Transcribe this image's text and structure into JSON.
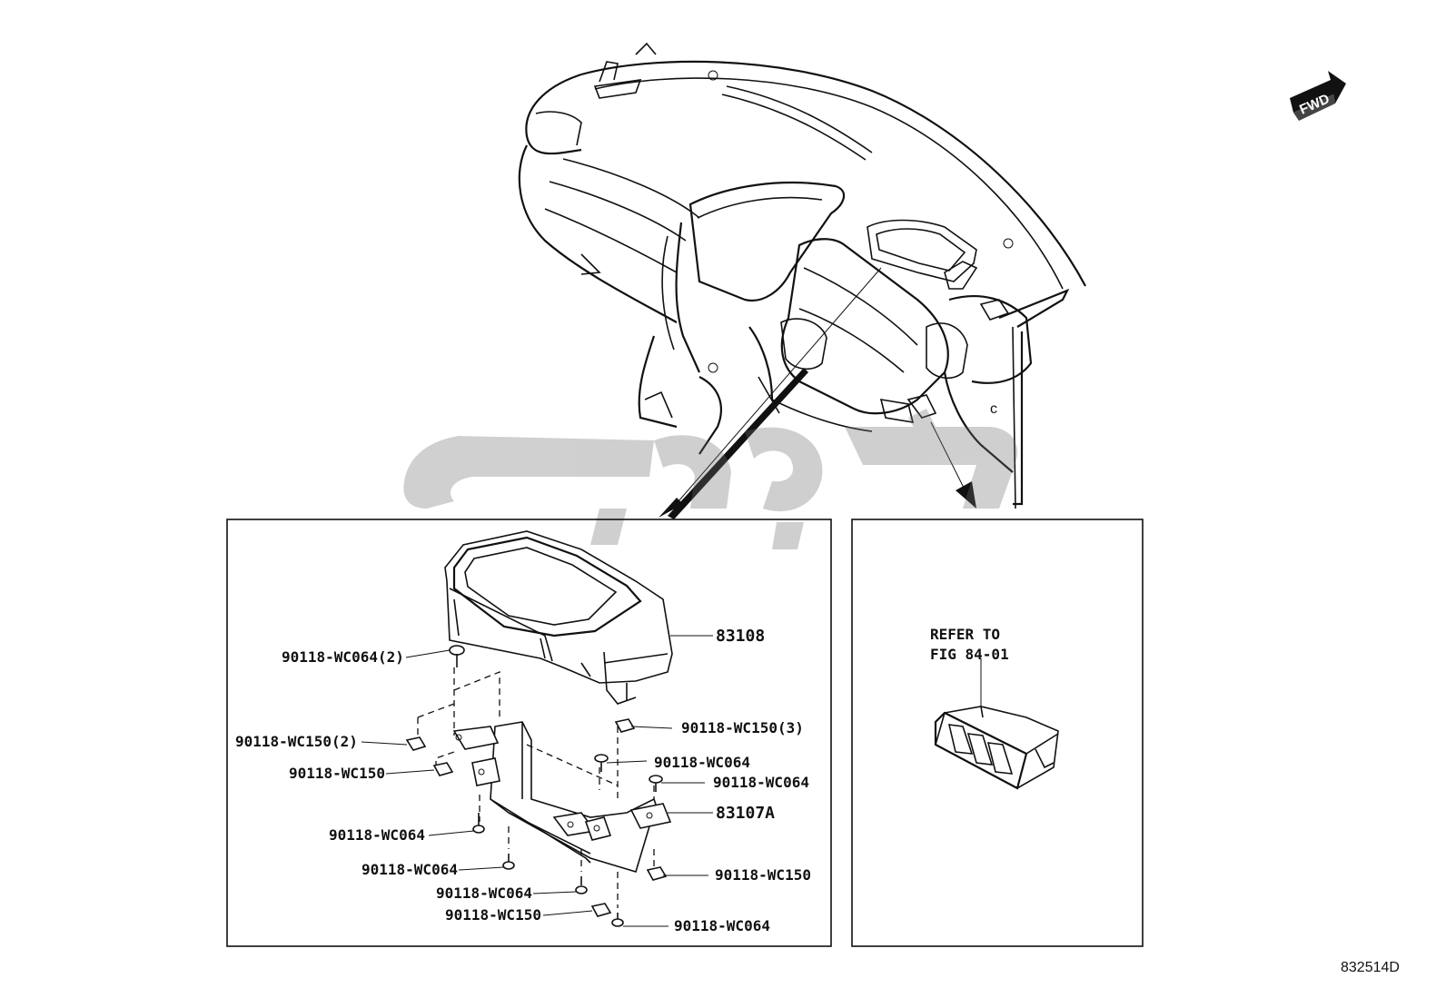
{
  "diagram": {
    "doc_number": "832514D",
    "fwd_label": "FWD",
    "refer_note": {
      "line1": "REFER TO",
      "line2": "FIG 84-01"
    },
    "watermark_text": "تویوتا"
  },
  "parts": {
    "p83108": "83108",
    "p83107A": "83107A",
    "screw_wc064_2": "90118-WC064(2)",
    "clip_wc150_2": "90118-WC150(2)",
    "clip_wc150_left": "90118-WC150",
    "screw_wc064_left": "90118-WC064",
    "screw_wc064_bottom_left": "90118-WC064",
    "screw_wc064_bottom_mid": "90118-WC064",
    "clip_wc150_bottom": "90118-WC150",
    "clip_wc150_3": "90118-WC150(3)",
    "screw_wc064_mid": "90118-WC064",
    "screw_wc064_right": "90118-WC064",
    "clip_wc150_right": "90118-WC150",
    "screw_wc064_bottom_right": "90118-WC064"
  }
}
